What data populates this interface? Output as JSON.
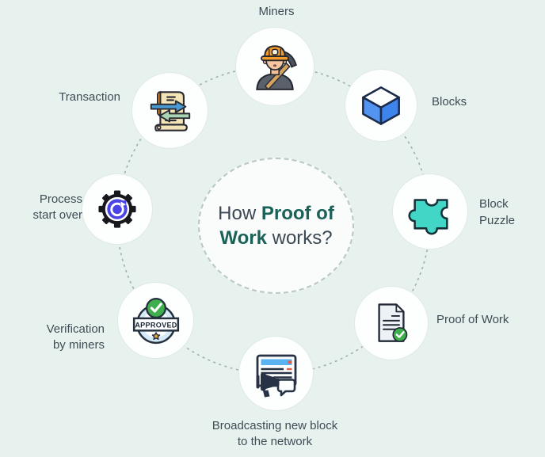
{
  "palette": {
    "background": "#e7f2ee",
    "title_teal": "#1a6157",
    "text_dark": "#3f4b55",
    "ring_dash": "#9fb0aa",
    "navy": "#273247",
    "cube_blue_left": "#5394f1",
    "cube_blue_right": "#3d84ec",
    "puzzle_teal": "#41d6c6",
    "gear_blue": "#4a43e8",
    "check_green": "#3fae4c",
    "scroll_cream": "#f4e5b8",
    "scroll_orange": "#f09c44",
    "arrow_blue": "#4a9bd3",
    "arrow_green": "#a9d5b4",
    "header_blue": "#5ab3f0",
    "alert_red": "#e25c4a",
    "badge_light_blue": "#d6ebfa",
    "helmet_orange": "#f49b2b",
    "star_orange": "#f2a93b"
  },
  "center_title": {
    "line1_normal": "How ",
    "line1_bold": "Proof of",
    "line2_bold": "Work",
    "line2_normal": " works?"
  },
  "nodes": {
    "miners": {
      "label_line1": "Miners",
      "icon": "miner-icon"
    },
    "blocks": {
      "label_line1": "Blocks",
      "icon": "cube-icon"
    },
    "block_puzzle": {
      "label_line1": "Block",
      "label_line2": "Puzzle",
      "icon": "puzzle-icon"
    },
    "proof_of_work": {
      "label_line1": "Proof of Work",
      "icon": "document-check-icon"
    },
    "broadcasting": {
      "label_line1": "Broadcasting new block",
      "label_line2": "to the network",
      "icon": "megaphone-browser-icon"
    },
    "verification": {
      "label_line1": "Verification",
      "label_line2": "by miners",
      "icon": "approved-stamp-icon",
      "badge_text": "APPROVED"
    },
    "process_start_over": {
      "label_line1": "Process",
      "label_line2": "start over",
      "icon": "gear-restart-icon"
    },
    "transaction": {
      "label_line1": "Transaction",
      "icon": "scroll-arrows-icon"
    }
  }
}
